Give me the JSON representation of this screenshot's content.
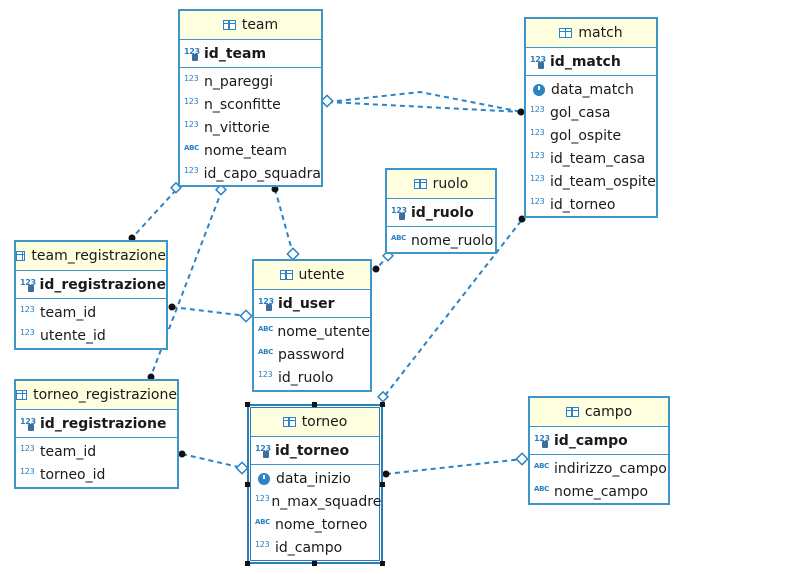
{
  "entities": {
    "team": {
      "title": "team",
      "pk": "id_team",
      "cols": [
        "n_pareggi",
        "n_sconfitte",
        "n_vittorie",
        "nome_team",
        "id_capo_squadra"
      ],
      "types": [
        "123",
        "123",
        "123",
        "ABC",
        "123"
      ]
    },
    "match": {
      "title": "match",
      "pk": "id_match",
      "cols": [
        "data_match",
        "gol_casa",
        "gol_ospite",
        "id_team_casa",
        "id_team_ospite",
        "id_torneo"
      ],
      "types": [
        "clock",
        "123",
        "123",
        "123",
        "123",
        "123"
      ]
    },
    "ruolo": {
      "title": "ruolo",
      "pk": "id_ruolo",
      "cols": [
        "nome_ruolo"
      ],
      "types": [
        "ABC"
      ]
    },
    "team_registrazione": {
      "title": "team_registrazione",
      "pk": "id_registrazione",
      "cols": [
        "team_id",
        "utente_id"
      ],
      "types": [
        "123",
        "123"
      ]
    },
    "utente": {
      "title": "utente",
      "pk": "id_user",
      "cols": [
        "nome_utente",
        "password",
        "id_ruolo"
      ],
      "types": [
        "ABC",
        "ABC",
        "123"
      ]
    },
    "torneo_registrazione": {
      "title": "torneo_registrazione",
      "pk": "id_registrazione",
      "cols": [
        "team_id",
        "torneo_id"
      ],
      "types": [
        "123",
        "123"
      ]
    },
    "torneo": {
      "title": "torneo",
      "pk": "id_torneo",
      "cols": [
        "data_inizio",
        "n_max_squadre",
        "nome_torneo",
        "id_campo"
      ],
      "types": [
        "clock",
        "123",
        "ABC",
        "123"
      ]
    },
    "campo": {
      "title": "campo",
      "pk": "id_campo",
      "cols": [
        "indirizzo_campo",
        "nome_campo"
      ],
      "types": [
        "ABC",
        "ABC"
      ]
    }
  },
  "icons": {
    "numeric": "123",
    "text": "ABC",
    "date": "clock-icon",
    "key": "key-icon",
    "table": "table-icon"
  },
  "colors": {
    "border": "#3c96c8",
    "header_bg": "#ffffe0",
    "link": "#2b83c6"
  }
}
